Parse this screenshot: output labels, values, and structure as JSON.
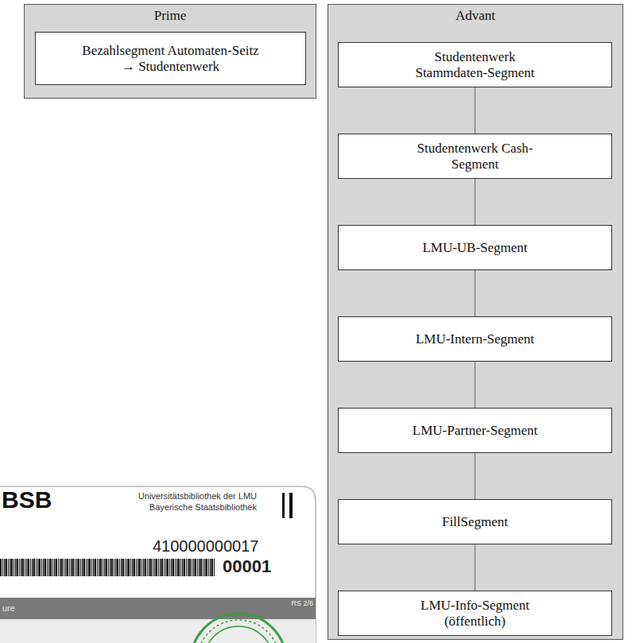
{
  "diagram": {
    "nodes": [
      {
        "text": [
          "Prime"
        ]
      },
      {
        "text": [
          "Bezahlsegment Automaten-Seitz → Studentenwerk"
        ],
        "in": 0
      },
      {
        "text": [
          "Advant"
        ]
      },
      {
        "text": [
          "Studentenwerk Stammdaten-Segment"
        ],
        "in": 2
      },
      {
        "text": [
          "Studentenwerk Cash-Segment"
        ],
        "in": 2
      },
      {
        "text": [
          "LMU-UB-Segment"
        ],
        "in": 2
      },
      {
        "text": [
          "LMU-Intern-Segment"
        ],
        "in": 2
      },
      {
        "text": [
          "LMU-Partner-Segment"
        ],
        "in": 2
      },
      {
        "text": [
          "FillSegment"
        ],
        "in": 2
      },
      {
        "text": [
          "LMU-Info-Segment (öffentlich)"
        ],
        "in": 2
      }
    ],
    "edges": [
      {
        "from": 3,
        "to": 4,
        "arrow": "none"
      },
      {
        "from": 4,
        "to": 5,
        "arrow": "none"
      },
      {
        "from": 5,
        "to": 6,
        "arrow": "none"
      },
      {
        "from": 6,
        "to": 7,
        "arrow": "none"
      },
      {
        "from": 7,
        "to": 8,
        "arrow": "none"
      },
      {
        "from": 8,
        "to": 9,
        "arrow": "none"
      }
    ],
    "labels": [
      "BSB",
      "Universitätsbibliothek der LMU",
      "Bayerische Staatsbibliothek",
      "410000000017",
      "00001",
      "ure",
      "RS 2/6"
    ]
  }
}
